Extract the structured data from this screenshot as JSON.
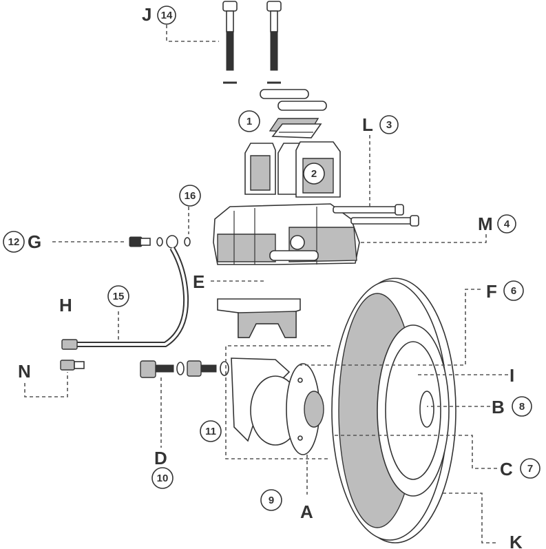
{
  "labels": {
    "J": {
      "letter": "J",
      "number": "14"
    },
    "L": {
      "letter": "L",
      "number": "3"
    },
    "M": {
      "letter": "M",
      "number": "4"
    },
    "G": {
      "letter": "G",
      "number": "12"
    },
    "H": {
      "letter": "H"
    },
    "N": {
      "letter": "N"
    },
    "E": {
      "letter": "E"
    },
    "F": {
      "letter": "F",
      "number": "6"
    },
    "I": {
      "letter": "I"
    },
    "B": {
      "letter": "B",
      "number": "8"
    },
    "C": {
      "letter": "C",
      "number": "7"
    },
    "K": {
      "letter": "K"
    },
    "A": {
      "letter": "A"
    },
    "D": {
      "letter": "D",
      "number": "10"
    }
  },
  "standalone_numbers": {
    "n1": "1",
    "n2": "2",
    "n9": "9",
    "n11": "11",
    "n15": "15",
    "n16": "16"
  },
  "colors": {
    "ink": "#333333",
    "leader": "#555555",
    "fill_grey": "#bdbdbd"
  }
}
